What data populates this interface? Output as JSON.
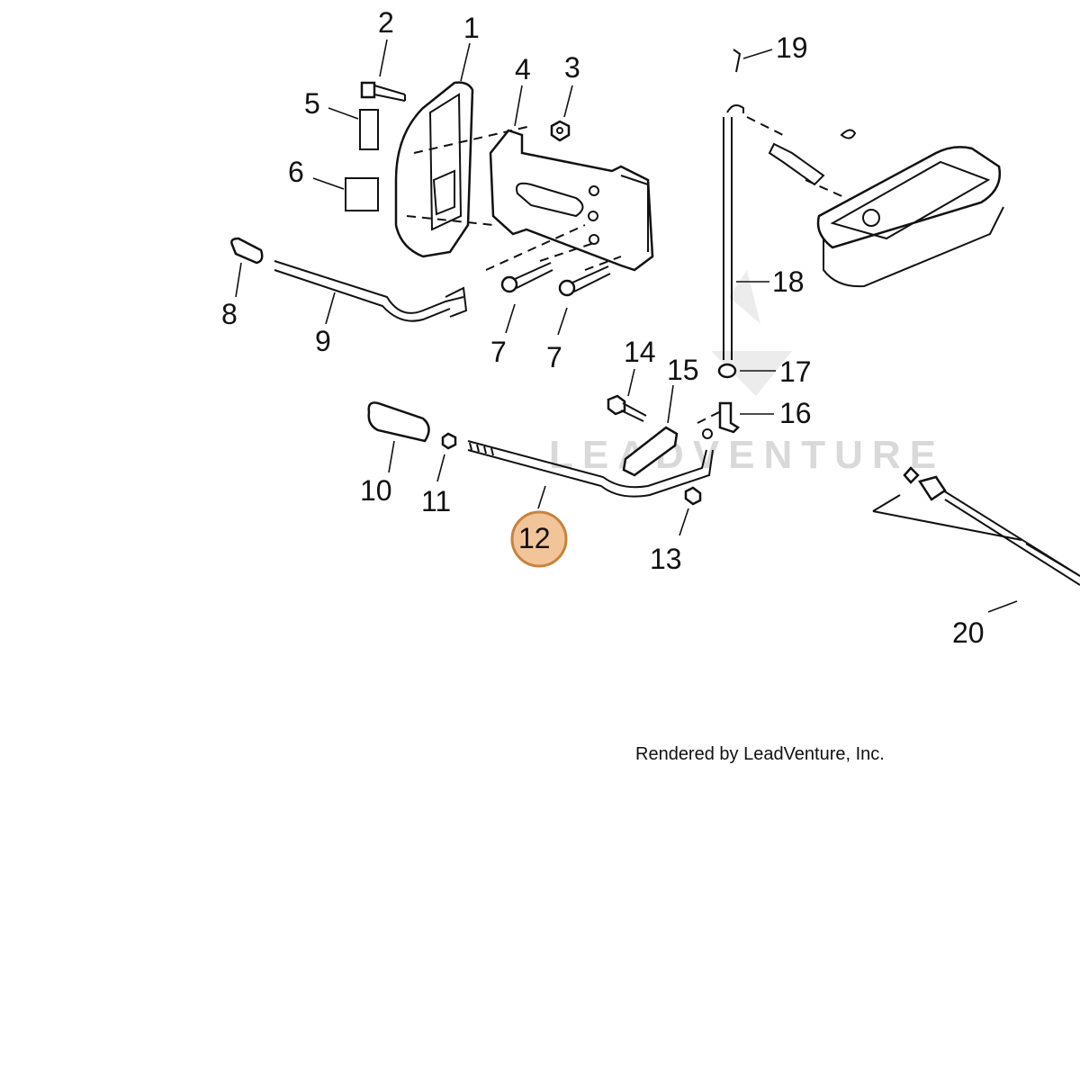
{
  "diagram": {
    "watermark": "LEADVENTURE",
    "credit": "Rendered by LeadVenture, Inc.",
    "highlight_color": "#f2c49a",
    "highlight_stroke": "#c8833d",
    "highlighted_part": "12",
    "labels": [
      "2",
      "1",
      "4",
      "3",
      "19",
      "5",
      "6",
      "8",
      "9",
      "7",
      "7",
      "18",
      "14",
      "15",
      "17",
      "16",
      "10",
      "11",
      "12",
      "13",
      "20"
    ]
  }
}
